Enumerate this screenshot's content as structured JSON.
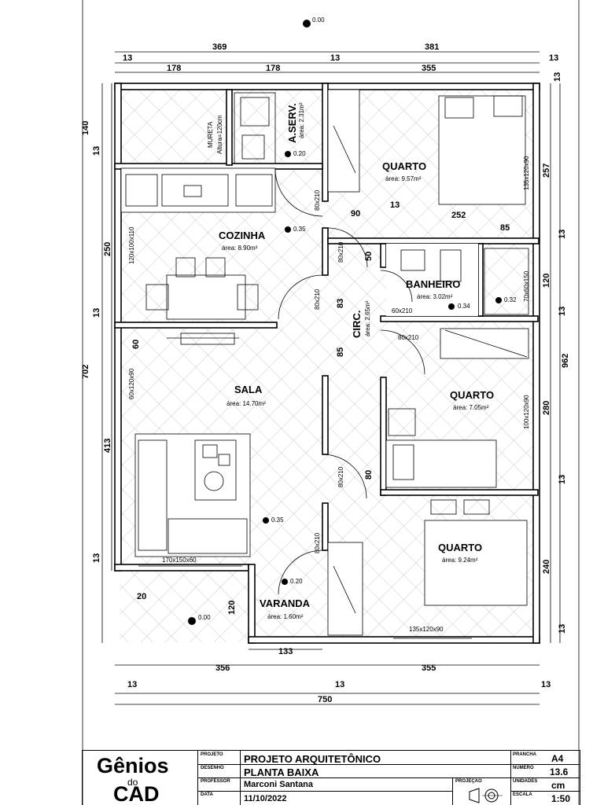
{
  "levels": {
    "top": "0.00",
    "left": "0.00",
    "aserv": "0.20",
    "kitchen": "0.35",
    "sala": "0.35",
    "varanda": "0.20",
    "banheiro": "0.34",
    "shower": "0.32"
  },
  "dimensions": {
    "top_left": "369",
    "top_right": "381",
    "t13_a": "13",
    "t178_a": "178",
    "t178_b": "178",
    "t13_b": "13",
    "t355": "355",
    "t13_c": "13",
    "left_140": "140",
    "left_13a": "13",
    "left_250": "250",
    "left_13b": "13",
    "left_413": "413",
    "left_13c": "13",
    "left_702": "702",
    "left_120": "120",
    "left_20": "20",
    "right_13a": "13",
    "right_257": "257",
    "right_13b": "13",
    "right_120": "120",
    "right_13c": "13",
    "right_962": "962",
    "right_280": "280",
    "right_13d": "13",
    "right_240": "240",
    "right_13e": "13",
    "bottom_133": "133",
    "bottom_356": "356",
    "bottom_355": "355",
    "bottom_13a": "13",
    "bottom_13b": "13",
    "bottom_13c": "13",
    "bottom_750": "750",
    "inner_90": "90",
    "inner_13": "13",
    "inner_252": "252",
    "inner_85": "85",
    "inner_50": "50",
    "inner_83": "83",
    "inner_85b": "85",
    "inner_80": "80",
    "inner_60": "60"
  },
  "rooms": {
    "aserv": {
      "name": "A.SERV.",
      "area": "área: 2.31m²"
    },
    "quarto1": {
      "name": "QUARTO",
      "area": "área: 9.57m²"
    },
    "cozinha": {
      "name": "COZINHA",
      "area": "área: 8.90m²"
    },
    "banheiro": {
      "name": "BANHEIRO",
      "area": "área: 3.02m²"
    },
    "circ": {
      "name": "CIRC.",
      "area": "área: 2.65m²"
    },
    "sala": {
      "name": "SALA",
      "area": "área: 14.70m²"
    },
    "quarto2": {
      "name": "QUARTO",
      "area": "área: 7.05m²"
    },
    "quarto3": {
      "name": "QUARTO",
      "area": "área: 9.24m²"
    },
    "varanda": {
      "name": "VARANDA",
      "area": "área: 1.60m²"
    }
  },
  "labels": {
    "mureta1": "MURETA",
    "mureta2": "Altura=120cm",
    "door_80x210_a": "80x210",
    "door_80x210_b": "80x210",
    "door_80x210_c": "80x210",
    "door_80x210_d": "80x210",
    "door_80x210_e": "80x210",
    "door_80x210_f": "80x210",
    "door_80x210_g": "80x210",
    "door_60x210": "60x210",
    "win_135x120_a": "135x120x90",
    "win_120x100": "120x100x110",
    "win_70x60": "70x60x150",
    "win_60x120": "60x120x90",
    "win_100x120": "100x120x90",
    "win_170": "170x150x60",
    "win_135x120_b": "135x120x90"
  },
  "titleblock": {
    "logo_top": "Gênios",
    "logo_mid": "do",
    "logo_bottom": "CAD",
    "projeto_label": "PROJETO",
    "projeto_value": "PROJETO ARQUITETÔNICO",
    "desenho_label": "DESENHO",
    "desenho_value": "PLANTA BAIXA",
    "professor_label": "PROFESSOR",
    "professor_value": "Marconi Santana",
    "data_label": "DATA",
    "data_value": "11/10/2022",
    "projecao_label": "PROJEÇÃO",
    "prancha_label": "PRANCHA",
    "prancha_value": "A4",
    "numero_label": "NÚMERO",
    "numero_value": "13.6",
    "unidades_label": "UNIDADES",
    "unidades_value": "cm",
    "escala_label": "ESCALA",
    "escala_value": "1:50"
  }
}
